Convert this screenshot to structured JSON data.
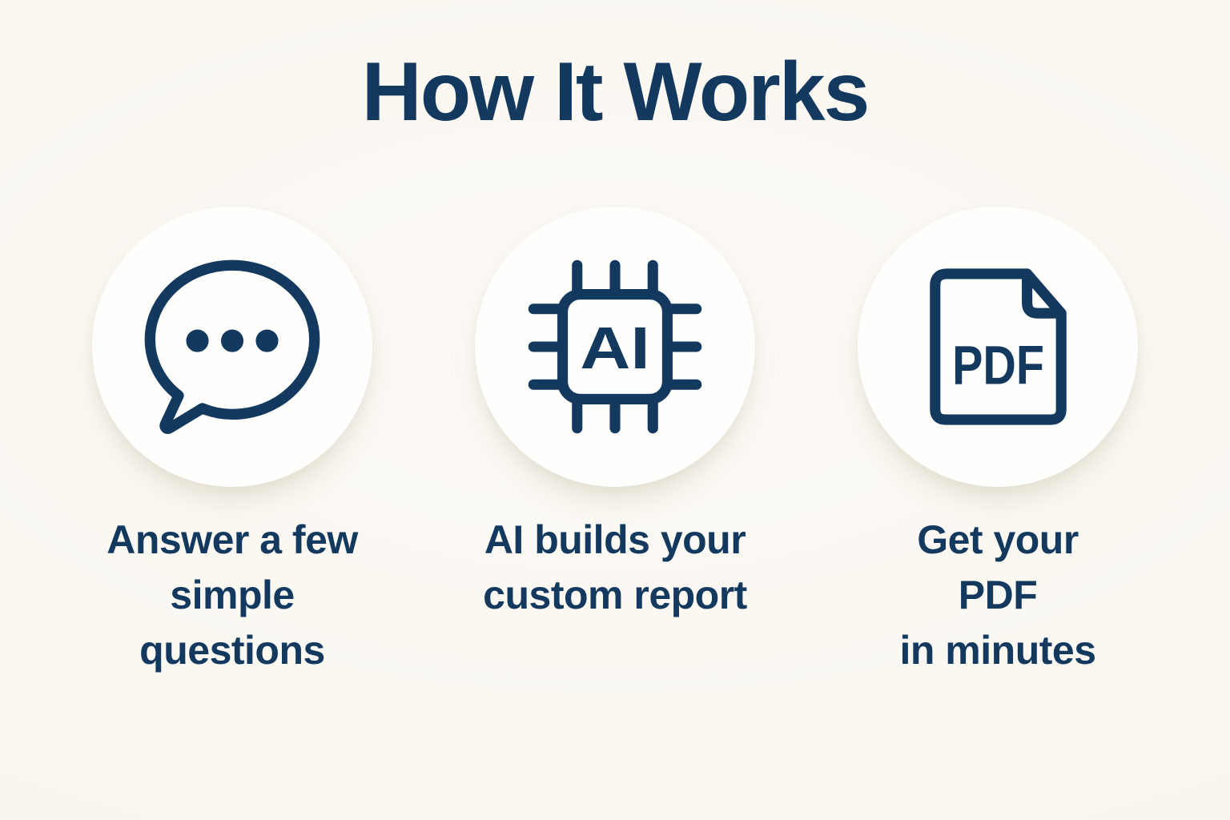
{
  "page": {
    "title": "How It Works"
  },
  "colors": {
    "background": "#FAF7F0",
    "circle_fill": "#FEFEFD",
    "navy_accent": "#14395E"
  },
  "steps": [
    {
      "icon": "chat-bubble-icon",
      "caption": "Answer a few\nsimple\nquestions"
    },
    {
      "icon": "ai-chip-icon",
      "chip_label": "AI",
      "caption": "AI builds your\ncustom report"
    },
    {
      "icon": "pdf-document-icon",
      "doc_label": "PDF",
      "caption": "Get your\nPDF\nin minutes"
    }
  ]
}
